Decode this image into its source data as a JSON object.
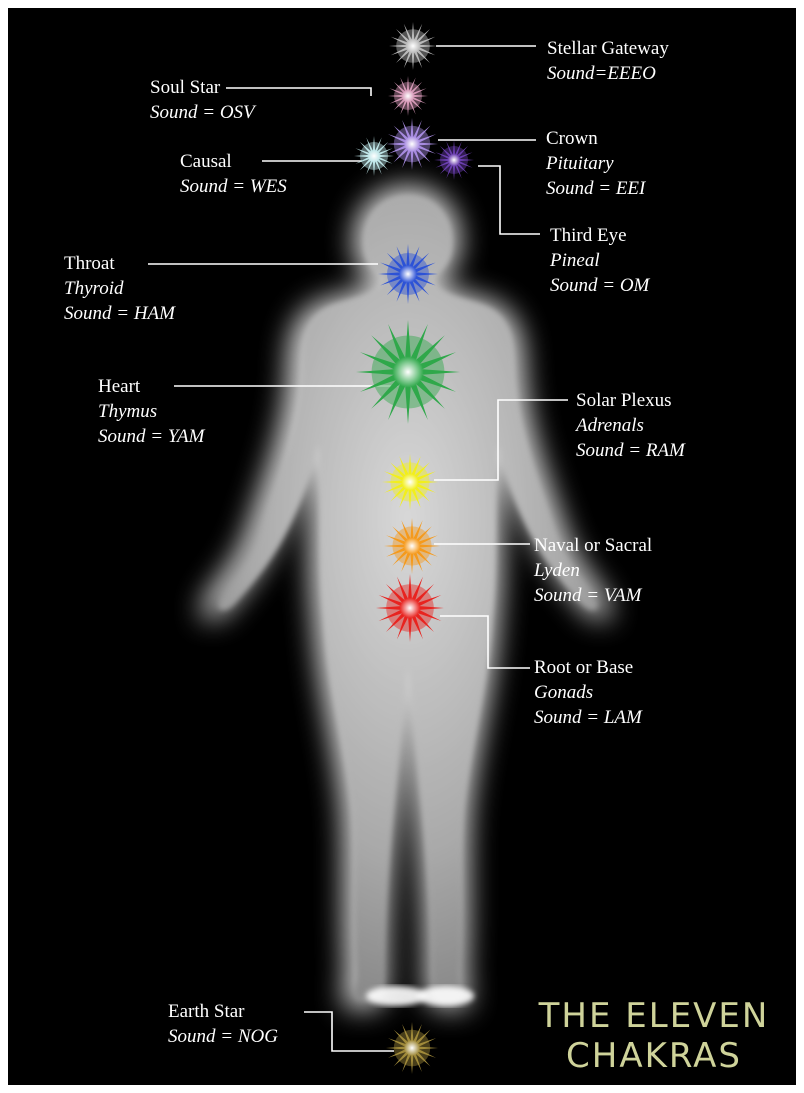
{
  "title": {
    "line1": "THE ELEVEN",
    "line2": "CHAKRAS"
  },
  "colors": {
    "background": "#000000",
    "label_text": "#ffffff",
    "title_text": "#cfd39a",
    "body_glow": "#ffffff"
  },
  "chakras": [
    {
      "key": "stellar-gateway",
      "name": "Stellar Gateway",
      "sound": "Sound=EEEO",
      "color": "#b9b9b9",
      "icon": "star-burst-icon"
    },
    {
      "key": "soul-star",
      "name": "Soul Star",
      "sound": "Sound = OSV",
      "color": "#d79ab8",
      "icon": "star-burst-icon"
    },
    {
      "key": "causal",
      "name": "Causal",
      "sound": "Sound = WES",
      "color": "#bfe6e8",
      "icon": "star-burst-icon"
    },
    {
      "key": "crown",
      "name": "Crown",
      "gland": "Pituitary",
      "sound": "Sound = EEI",
      "color": "#a78be0",
      "icon": "star-burst-icon"
    },
    {
      "key": "third-eye",
      "name": "Third Eye",
      "gland": "Pineal",
      "sound": "Sound = OM",
      "color": "#6b3fb0",
      "icon": "star-burst-icon"
    },
    {
      "key": "throat",
      "name": "Throat",
      "gland": "Thyroid",
      "sound": "Sound = HAM",
      "color": "#2c52d6",
      "icon": "star-burst-icon"
    },
    {
      "key": "heart",
      "name": "Heart",
      "gland": "Thymus",
      "sound": "Sound = YAM",
      "color": "#2fa84a",
      "icon": "star-burst-icon"
    },
    {
      "key": "solar-plexus",
      "name": "Solar Plexus",
      "gland": "Adrenals",
      "sound": "Sound = RAM",
      "color": "#f2ef1a",
      "icon": "star-burst-icon"
    },
    {
      "key": "naval-sacral",
      "name": "Naval or Sacral",
      "gland": "Lyden",
      "sound": "Sound = VAM",
      "color": "#f59a1c",
      "icon": "star-burst-icon"
    },
    {
      "key": "root-base",
      "name": "Root or Base",
      "gland": "Gonads",
      "sound": "Sound = LAM",
      "color": "#e8231f",
      "icon": "star-burst-icon"
    },
    {
      "key": "earth-star",
      "name": "Earth Star",
      "sound": "Sound = NOG",
      "color": "#a08a3a",
      "icon": "star-burst-icon"
    }
  ]
}
